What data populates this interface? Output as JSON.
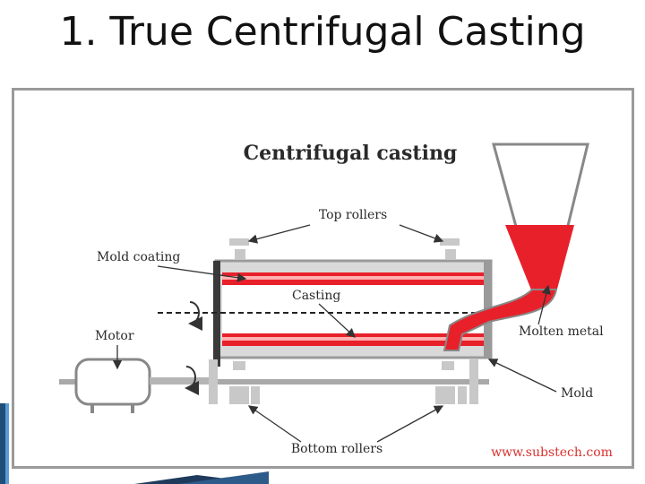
{
  "slide": {
    "title": "1. True Centrifugal Casting"
  },
  "figure": {
    "heading": "Centrifugal casting",
    "labels": {
      "top_rollers": "Top rollers",
      "mold_coating": "Mold coating",
      "casting": "Casting",
      "motor": "Motor",
      "molten_metal": "Molten metal",
      "mold": "Mold",
      "bottom_rollers": "Bottom rollers",
      "watermark": "www.substech.com"
    }
  },
  "colors": {
    "molten_red": "#e8202a",
    "mold_grey": "#b5b5b5",
    "watermark_red": "#d9322e",
    "title_black": "#111111"
  }
}
